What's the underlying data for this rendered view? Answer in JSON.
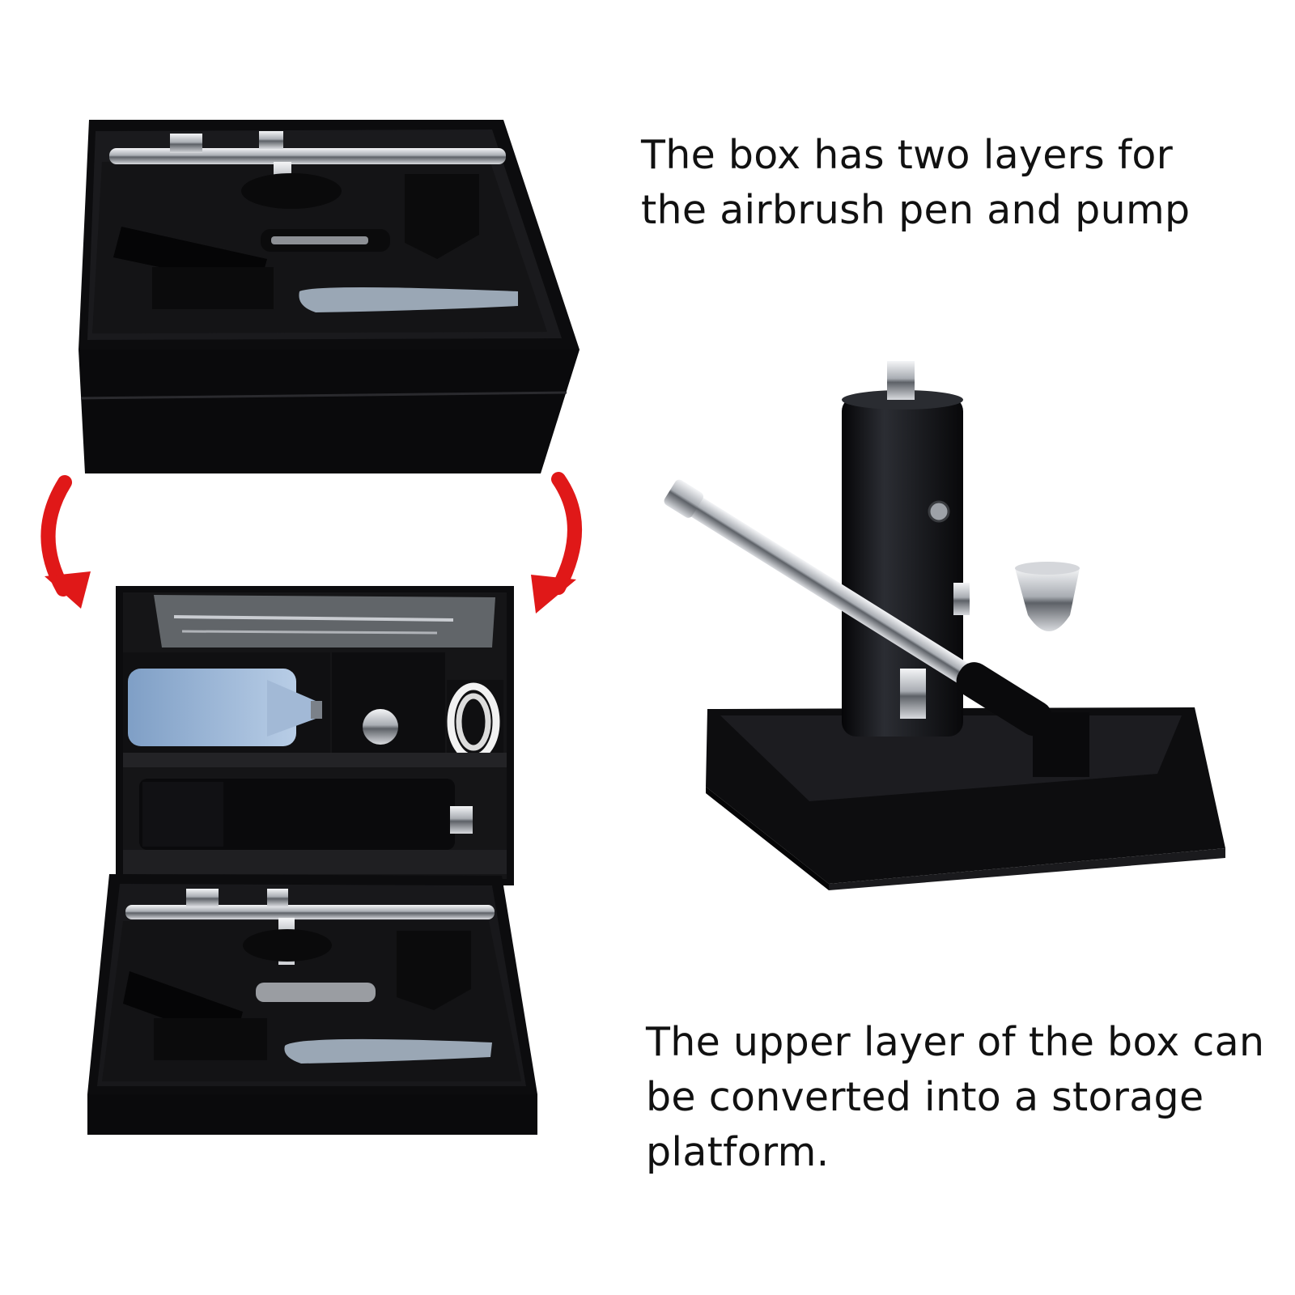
{
  "captions": {
    "top": {
      "line1": "The box has two layers for",
      "line2": "the airbrush pen and pump"
    },
    "bottom": {
      "line1": "The upper layer of the box can",
      "line2": "be converted into a storage",
      "line3": "platform."
    }
  },
  "colors": {
    "background": "#ffffff",
    "box": "#0c0c0e",
    "tray": "#1a1a1d",
    "chrome": "#c9ccd1",
    "arrow": "#e01818",
    "text": "#111111"
  },
  "icons": [
    "arrow-left-icon",
    "arrow-right-icon"
  ]
}
